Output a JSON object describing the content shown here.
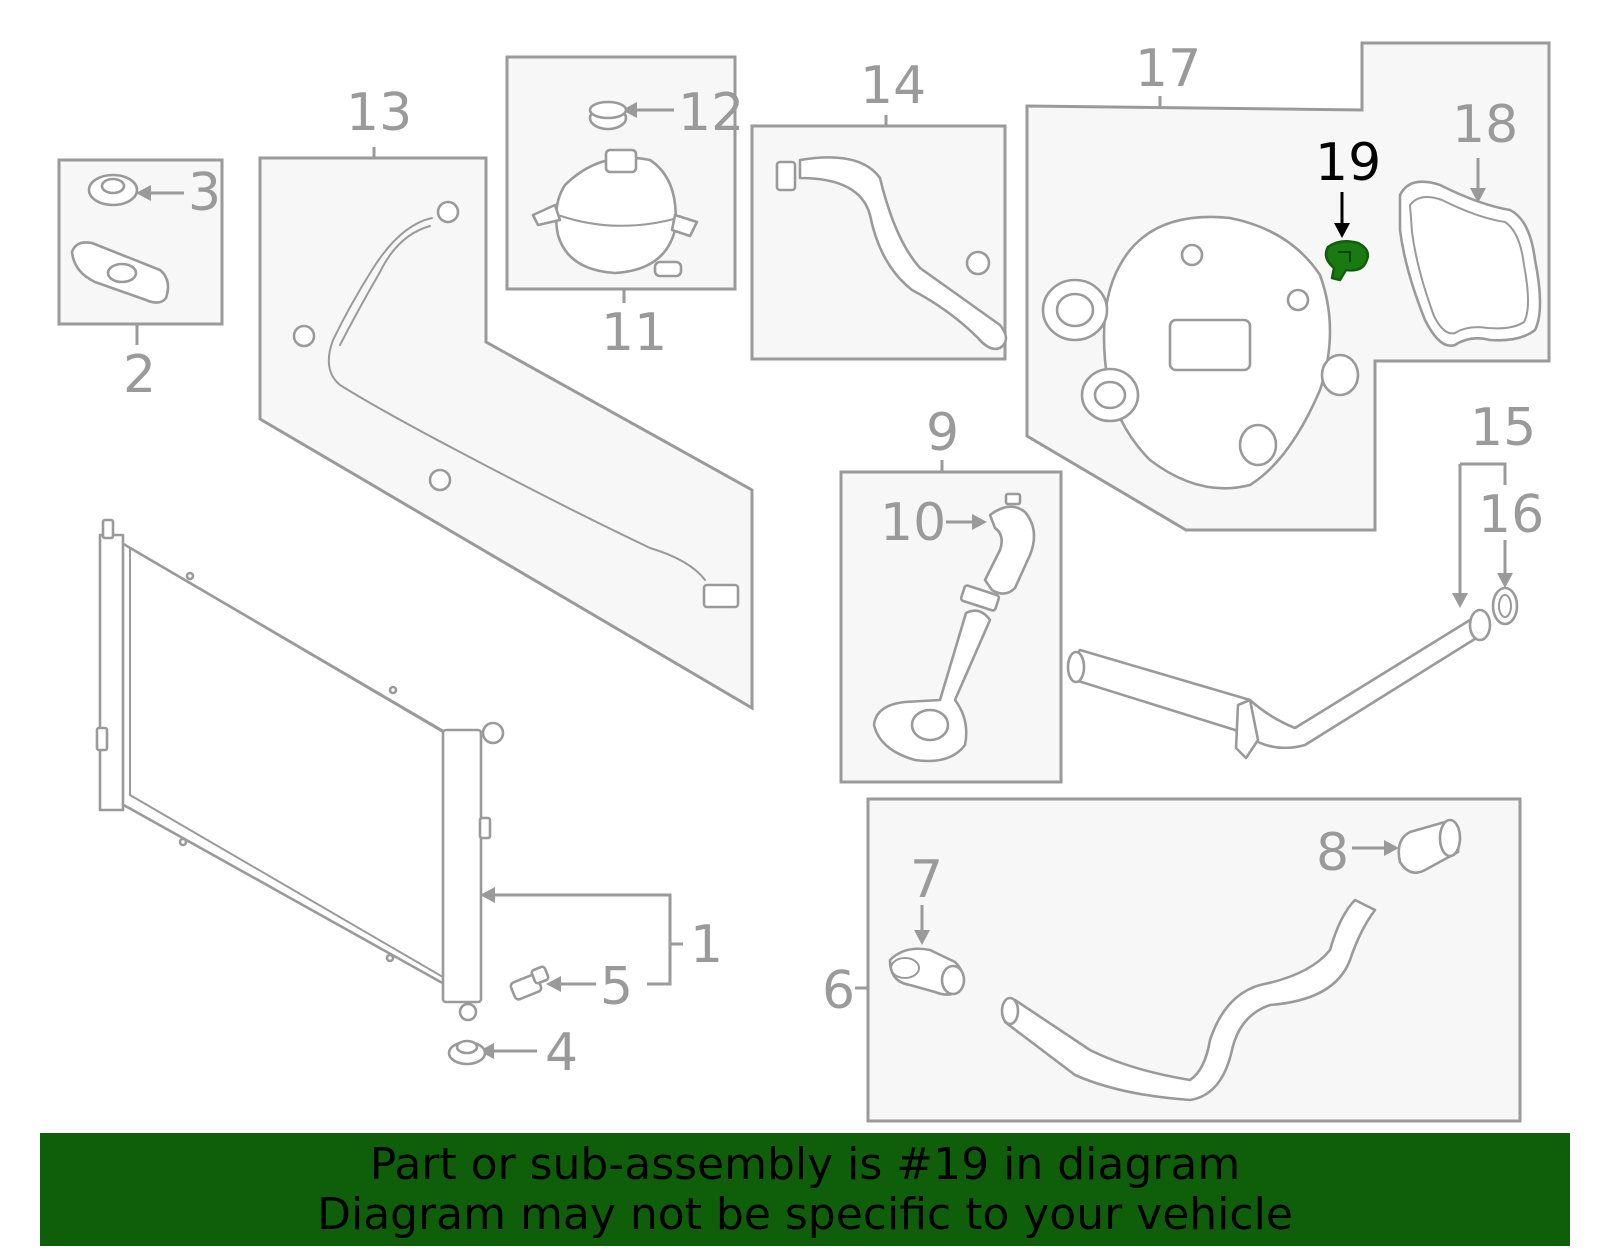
{
  "callouts": {
    "c1": "1",
    "c2": "2",
    "c3": "3",
    "c4": "4",
    "c5": "5",
    "c6": "6",
    "c7": "7",
    "c8": "8",
    "c9": "9",
    "c10": "10",
    "c11": "11",
    "c12": "12",
    "c13": "13",
    "c14": "14",
    "c15": "15",
    "c16": "16",
    "c17": "17",
    "c18": "18",
    "c19": "19"
  },
  "highlighted_part": "19",
  "colors": {
    "outline": "#9a9a9a",
    "box_fill": "#f7f7f7",
    "highlight_part": "#1a7a12",
    "banner_bg": "#0f5f0a",
    "banner_text": "#000000"
  },
  "banner": {
    "line1": "Part or sub-assembly is #19 in diagram",
    "line2": "Diagram may not be specific to your vehicle"
  }
}
